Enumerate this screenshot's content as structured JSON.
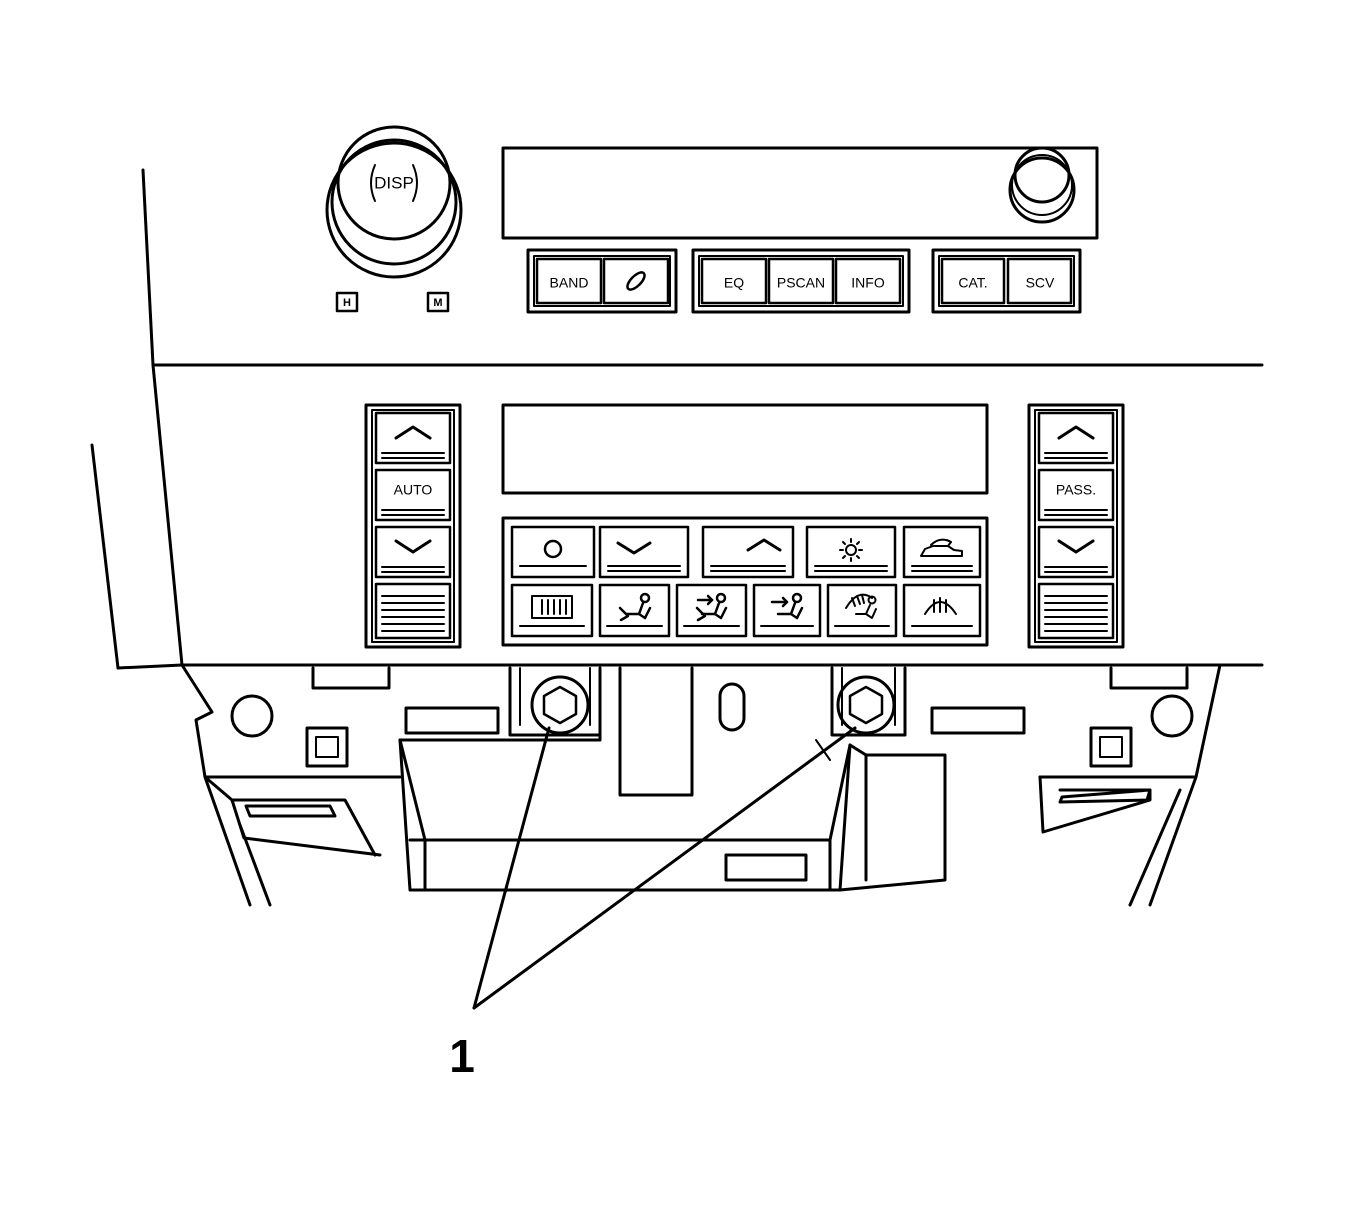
{
  "diagram": {
    "callout_label": "1",
    "radio": {
      "disp_knob_label": "DISP",
      "knob_indicators": [
        "H",
        "M"
      ],
      "buttons": [
        "BAND",
        "",
        "EQ",
        "PSCAN",
        "INFO",
        "CAT.",
        "SCV"
      ]
    },
    "climate": {
      "left_column": [
        "",
        "AUTO",
        "",
        ""
      ],
      "right_column": [
        "",
        "PASS.",
        "",
        ""
      ],
      "center_top_row_icons": [
        "circle-icon",
        "chevron-down-icon",
        "chevron-up-icon",
        "sun-icon",
        "recirculation-car-icon"
      ],
      "center_bottom_row_icons": [
        "rear-defrost-icon",
        "floor-vent-icon",
        "bi-level-vent-icon",
        "panel-vent-icon",
        "defog-floor-icon",
        "front-defrost-icon"
      ]
    }
  },
  "colors": {
    "line": "#000000",
    "background": "#ffffff"
  }
}
